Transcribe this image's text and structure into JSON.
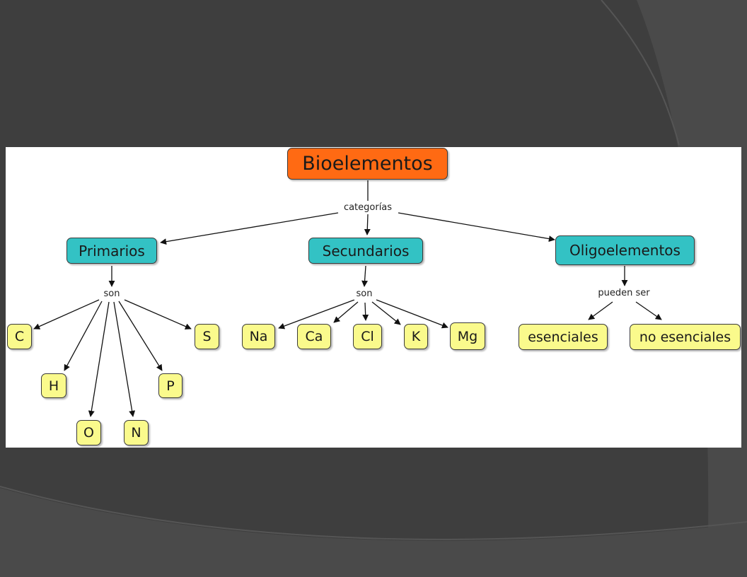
{
  "colors": {
    "background": "#3e3e3e",
    "root_fill": "#ff6a13",
    "category_fill": "#33c2c4",
    "leaf_fill": "#fafa8c",
    "border": "#3a3a3a"
  },
  "diagram": {
    "root": "Bioelementos",
    "root_link": "categorías",
    "categories": [
      {
        "label": "Primarios",
        "link": "son",
        "children": [
          "C",
          "H",
          "O",
          "N",
          "P",
          "S"
        ]
      },
      {
        "label": "Secundarios",
        "link": "son",
        "children": [
          "Na",
          "Ca",
          "Cl",
          "K",
          "Mg"
        ]
      },
      {
        "label": "Oligoelementos",
        "link": "pueden ser",
        "children": [
          "esenciales",
          "no esenciales"
        ]
      }
    ]
  }
}
